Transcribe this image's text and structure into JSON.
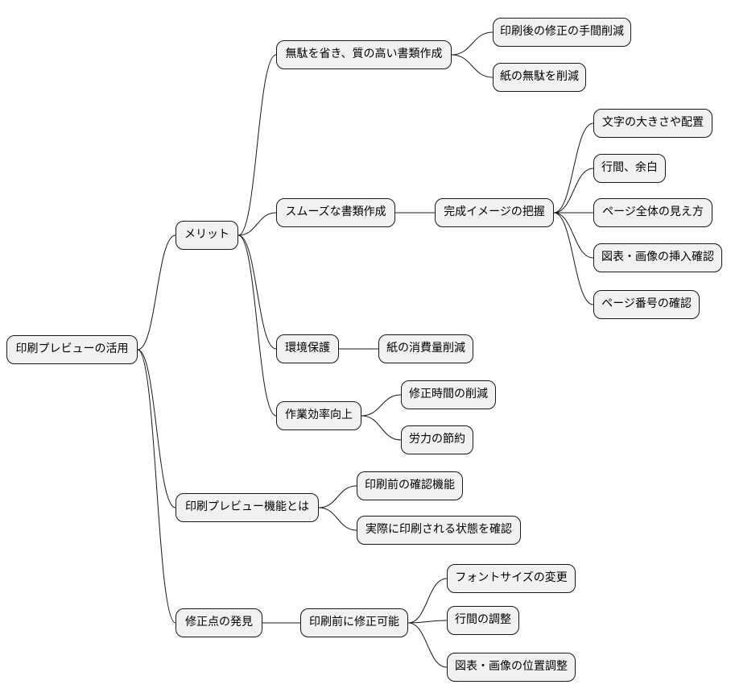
{
  "nodes": [
    {
      "id": "root",
      "label": "印刷プレビューの活用"
    },
    {
      "id": "merit",
      "label": "メリット"
    },
    {
      "id": "m1",
      "label": "無駄を省き、質の高い書類作成"
    },
    {
      "id": "m1a",
      "label": "印刷後の修正の手間削減"
    },
    {
      "id": "m1b",
      "label": "紙の無駄を削減"
    },
    {
      "id": "m2",
      "label": "スムーズな書類作成"
    },
    {
      "id": "m2a",
      "label": "完成イメージの把握"
    },
    {
      "id": "m2a1",
      "label": "文字の大きさや配置"
    },
    {
      "id": "m2a2",
      "label": "行間、余白"
    },
    {
      "id": "m2a3",
      "label": "ページ全体の見え方"
    },
    {
      "id": "m2a4",
      "label": "図表・画像の挿入確認"
    },
    {
      "id": "m2a5",
      "label": "ページ番号の確認"
    },
    {
      "id": "m3",
      "label": "環境保護"
    },
    {
      "id": "m3a",
      "label": "紙の消費量削減"
    },
    {
      "id": "m4",
      "label": "作業効率向上"
    },
    {
      "id": "m4a",
      "label": "修正時間の削減"
    },
    {
      "id": "m4b",
      "label": "労力の節約"
    },
    {
      "id": "feat",
      "label": "印刷プレビュー機能とは"
    },
    {
      "id": "f1",
      "label": "印刷前の確認機能"
    },
    {
      "id": "f2",
      "label": "実際に印刷される状態を確認"
    },
    {
      "id": "fix",
      "label": "修正点の発見"
    },
    {
      "id": "x1",
      "label": "印刷前に修正可能"
    },
    {
      "id": "x1a",
      "label": "フォントサイズの変更"
    },
    {
      "id": "x1b",
      "label": "行間の調整"
    },
    {
      "id": "x1c",
      "label": "図表・画像の位置調整"
    }
  ],
  "edges": [
    [
      "root",
      "merit"
    ],
    [
      "root",
      "feat"
    ],
    [
      "root",
      "fix"
    ],
    [
      "merit",
      "m1"
    ],
    [
      "merit",
      "m2"
    ],
    [
      "merit",
      "m3"
    ],
    [
      "merit",
      "m4"
    ],
    [
      "m1",
      "m1a"
    ],
    [
      "m1",
      "m1b"
    ],
    [
      "m2",
      "m2a"
    ],
    [
      "m2a",
      "m2a1"
    ],
    [
      "m2a",
      "m2a2"
    ],
    [
      "m2a",
      "m2a3"
    ],
    [
      "m2a",
      "m2a4"
    ],
    [
      "m2a",
      "m2a5"
    ],
    [
      "m3",
      "m3a"
    ],
    [
      "m4",
      "m4a"
    ],
    [
      "m4",
      "m4b"
    ],
    [
      "feat",
      "f1"
    ],
    [
      "feat",
      "f2"
    ],
    [
      "fix",
      "x1"
    ],
    [
      "x1",
      "x1a"
    ],
    [
      "x1",
      "x1b"
    ],
    [
      "x1",
      "x1c"
    ]
  ]
}
